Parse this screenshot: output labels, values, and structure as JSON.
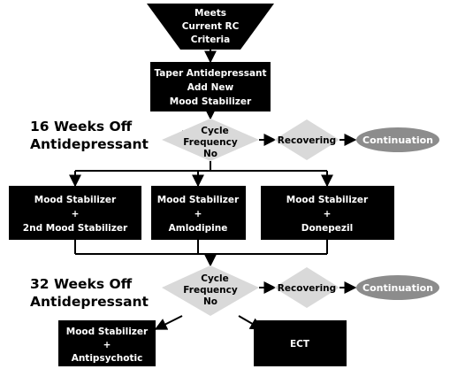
{
  "colors": {
    "box": "#000000",
    "diamond": "#d9d9d9",
    "oval": "#8c8c8c",
    "text_on_dark": "#ffffff",
    "line": "#000000"
  },
  "start": {
    "lines": [
      "Meets",
      "Current RC",
      "Criteria"
    ]
  },
  "taper": {
    "lines": [
      "Taper Antidepressant",
      "Add New",
      "Mood Stabilizer"
    ]
  },
  "stage1": {
    "label": [
      "16 Weeks Off",
      "Antidepressant"
    ],
    "decision": [
      "Cycle",
      "Frequency",
      "No"
    ],
    "recovering": "Recovering",
    "continuation": "Continuation"
  },
  "options": [
    {
      "lines": [
        "Mood Stabilizer",
        "+",
        "2nd Mood Stabilizer"
      ]
    },
    {
      "lines": [
        "Mood Stabilizer",
        "+",
        "Amlodipine"
      ]
    },
    {
      "lines": [
        "Mood Stabilizer",
        "+",
        "Donepezil"
      ]
    }
  ],
  "stage2": {
    "label": [
      "32 Weeks Off",
      "Antidepressant"
    ],
    "decision": [
      "Cycle",
      "Frequency",
      "No"
    ],
    "recovering": "Recovering",
    "continuation": "Continuation"
  },
  "final": [
    {
      "lines": [
        "Mood Stabilizer",
        "+",
        "Antipsychotic"
      ]
    },
    {
      "lines": [
        "ECT"
      ]
    }
  ]
}
